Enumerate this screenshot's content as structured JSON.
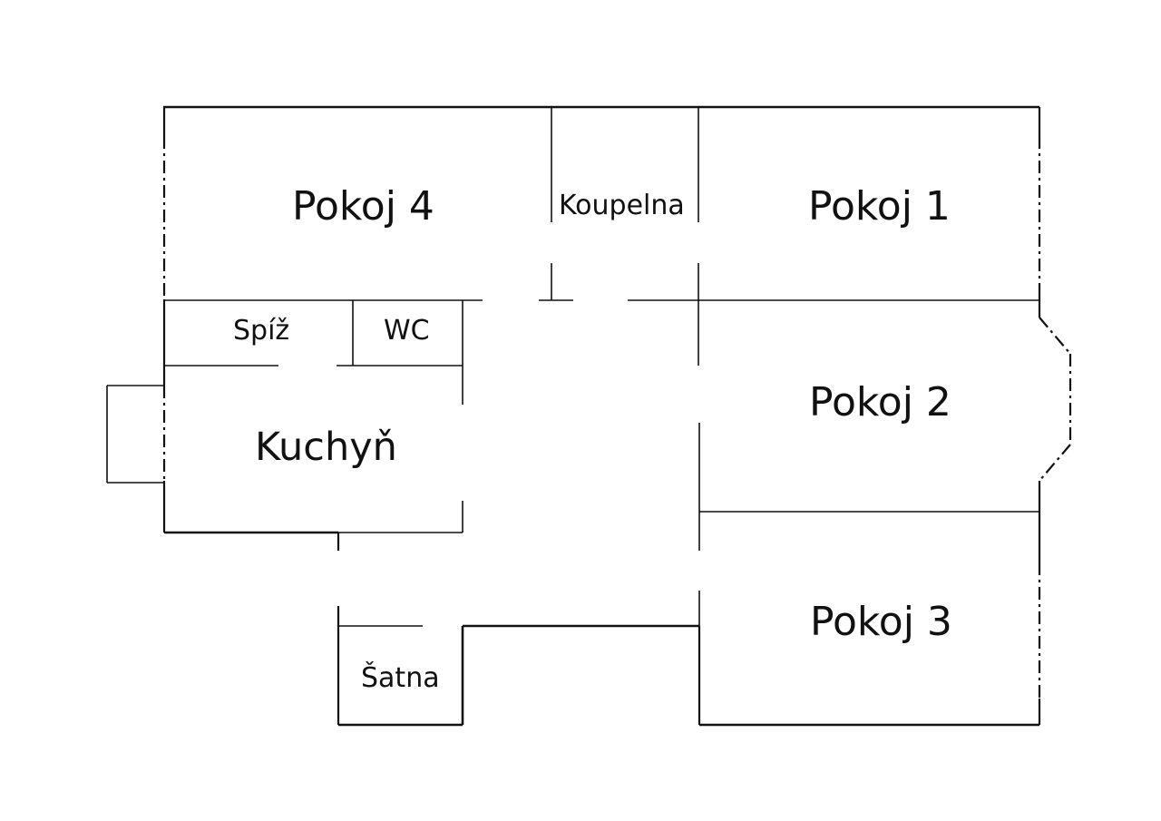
{
  "rooms": {
    "pokoj4": "Pokoj 4",
    "koupelna": "Koupelna",
    "pokoj1": "Pokoj 1",
    "spiz": "Spíž",
    "wc": "WC",
    "kuchyn": "Kuchyň",
    "pokoj2": "Pokoj 2",
    "pokoj3": "Pokoj 3",
    "satna": "Šatna"
  }
}
